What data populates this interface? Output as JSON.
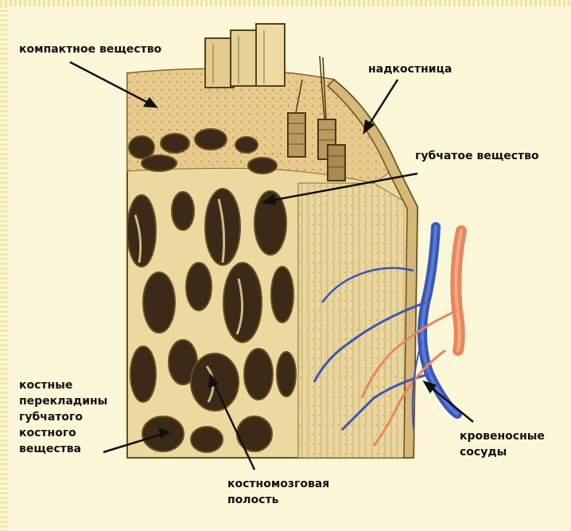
{
  "labels": {
    "compact": "компактное вещество",
    "periosteum": "надкостница",
    "spongy": "губчатое вещество",
    "trabeculae": "костные\nперекладины\nгубчатого\nкостного\nвещества",
    "vessels": "кровеносные\nсосуды",
    "marrow": "костномозговая\nполость"
  },
  "colors": {
    "background": "#fbf7d8",
    "bone_light": "#ecd9a0",
    "bone_compact": "#e6c98a",
    "cavity_dark": "#3a2a17",
    "artery": "#e9865e",
    "vein": "#3a56b8"
  }
}
